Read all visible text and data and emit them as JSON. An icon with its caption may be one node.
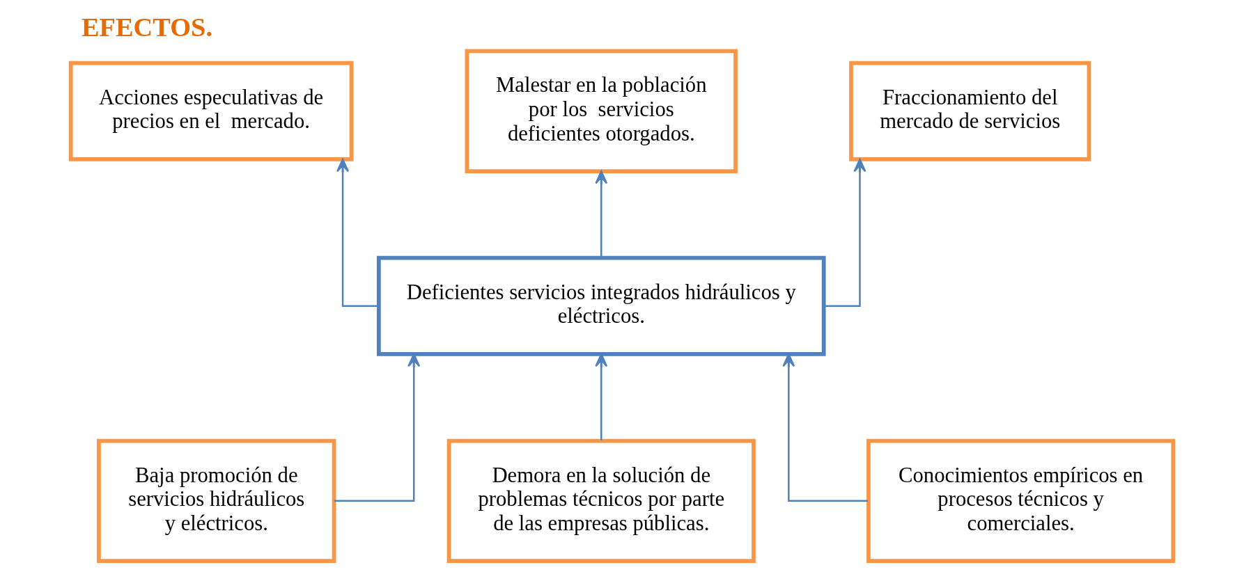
{
  "diagram": {
    "title": "EFECTOS.",
    "nodes": [
      {
        "text": [
          "Acciones especulativas de precios en el  mercado."
        ]
      },
      {
        "text": [
          "Malestar en la población por los  servicios deficientes otorgados."
        ]
      },
      {
        "text": [
          "Fraccionamiento del mercado de servicios"
        ]
      },
      {
        "text": [
          "Deficientes servicios integrados hidráulicos y eléctricos."
        ]
      },
      {
        "text": [
          "Baja promoción de servicios hidráulicos y eléctricos."
        ]
      },
      {
        "text": [
          "Demora en la solución de problemas técnicos por parte de las empresas públicas."
        ]
      },
      {
        "text": [
          "Conocimientos empíricos en procesos técnicos y comerciales."
        ]
      }
    ],
    "edges": [
      {
        "from": 3,
        "to": 0,
        "arrow": "to"
      },
      {
        "from": 3,
        "to": 1,
        "arrow": "to"
      },
      {
        "from": 3,
        "to": 2,
        "arrow": "to"
      },
      {
        "from": 4,
        "to": 3,
        "arrow": "to"
      },
      {
        "from": 5,
        "to": 3,
        "arrow": "to"
      },
      {
        "from": 6,
        "to": 3,
        "arrow": "to"
      }
    ]
  }
}
